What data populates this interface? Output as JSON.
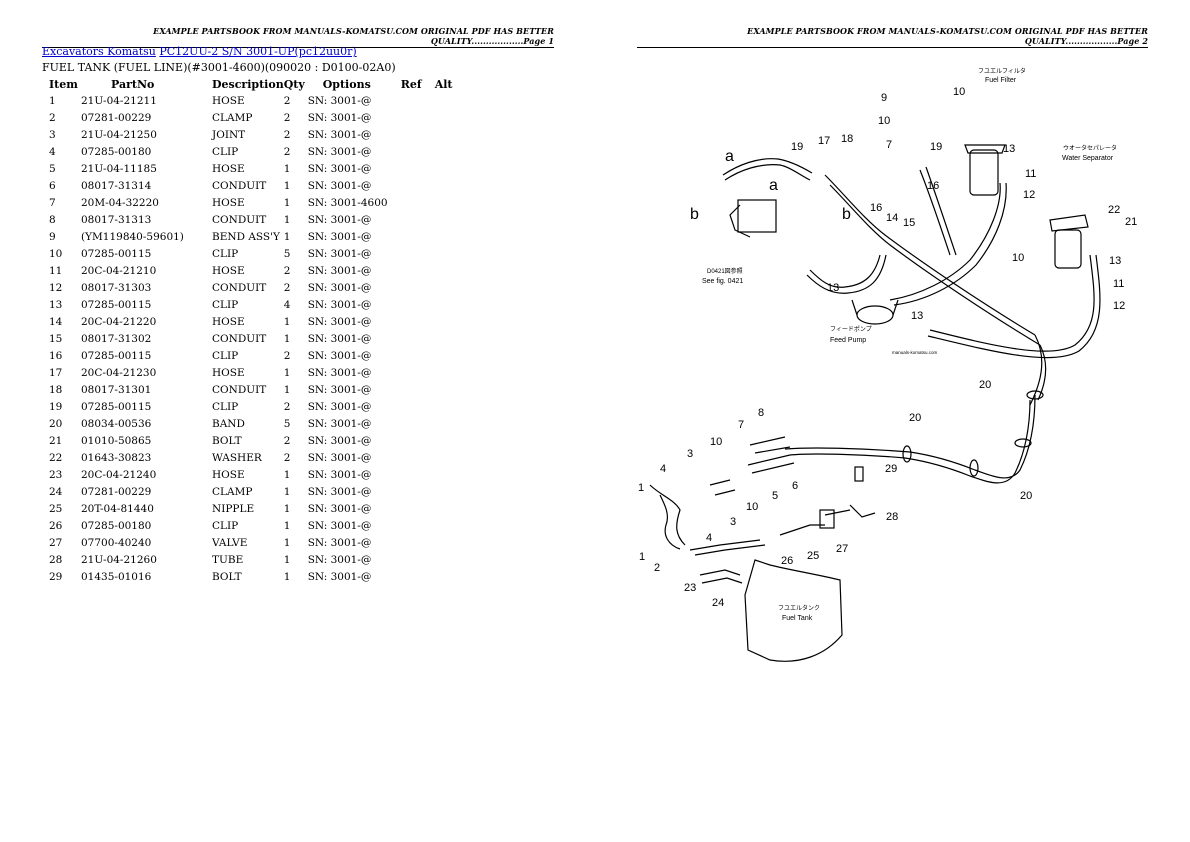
{
  "header": {
    "page1": "EXAMPLE PARTSBOOK FROM MANUALS-KOMATSU.COM ORIGINAL PDF HAS BETTER QUALITY..................Page 1",
    "page2": "EXAMPLE PARTSBOOK FROM MANUALS-KOMATSU.COM ORIGINAL PDF HAS BETTER QUALITY..................Page 2"
  },
  "breadcrumb": {
    "link1": "Excavators Komatsu",
    "link2": "PC12UU-2 S/N 3001-UP(pc12uu0r)"
  },
  "subtitle": "FUEL TANK (FUEL LINE)(#3001-4600)(090020 : D0100-02A0)",
  "table": {
    "headers": [
      "Item",
      "PartNo",
      "Description",
      "Qty",
      "Options",
      "Ref",
      "Alt"
    ],
    "rows": [
      [
        "1",
        "21U-04-21211",
        "HOSE",
        "2",
        "SN: 3001-@"
      ],
      [
        "2",
        "07281-00229",
        "CLAMP",
        "2",
        "SN: 3001-@"
      ],
      [
        "3",
        "21U-04-21250",
        "JOINT",
        "2",
        "SN: 3001-@"
      ],
      [
        "4",
        "07285-00180",
        "CLIP",
        "2",
        "SN: 3001-@"
      ],
      [
        "5",
        "21U-04-11185",
        "HOSE",
        "1",
        "SN: 3001-@"
      ],
      [
        "6",
        "08017-31314",
        "CONDUIT",
        "1",
        "SN: 3001-@"
      ],
      [
        "7",
        "20M-04-32220",
        "HOSE",
        "1",
        "SN: 3001-4600"
      ],
      [
        "8",
        "08017-31313",
        "CONDUIT",
        "1",
        "SN: 3001-@"
      ],
      [
        "9",
        "(YM119840-59601)",
        "BEND ASS'Y",
        "1",
        "SN: 3001-@"
      ],
      [
        "10",
        "07285-00115",
        "CLIP",
        "5",
        "SN: 3001-@"
      ],
      [
        "11",
        "20C-04-21210",
        "HOSE",
        "2",
        "SN: 3001-@"
      ],
      [
        "12",
        "08017-31303",
        "CONDUIT",
        "2",
        "SN: 3001-@"
      ],
      [
        "13",
        "07285-00115",
        "CLIP",
        "4",
        "SN: 3001-@"
      ],
      [
        "14",
        "20C-04-21220",
        "HOSE",
        "1",
        "SN: 3001-@"
      ],
      [
        "15",
        "08017-31302",
        "CONDUIT",
        "1",
        "SN: 3001-@"
      ],
      [
        "16",
        "07285-00115",
        "CLIP",
        "2",
        "SN: 3001-@"
      ],
      [
        "17",
        "20C-04-21230",
        "HOSE",
        "1",
        "SN: 3001-@"
      ],
      [
        "18",
        "08017-31301",
        "CONDUIT",
        "1",
        "SN: 3001-@"
      ],
      [
        "19",
        "07285-00115",
        "CLIP",
        "2",
        "SN: 3001-@"
      ],
      [
        "20",
        "08034-00536",
        "BAND",
        "5",
        "SN: 3001-@"
      ],
      [
        "21",
        "01010-50865",
        "BOLT",
        "2",
        "SN: 3001-@"
      ],
      [
        "22",
        "01643-30823",
        "WASHER",
        "2",
        "SN: 3001-@"
      ],
      [
        "23",
        "20C-04-21240",
        "HOSE",
        "1",
        "SN: 3001-@"
      ],
      [
        "24",
        "07281-00229",
        "CLAMP",
        "1",
        "SN: 3001-@"
      ],
      [
        "25",
        "20T-04-81440",
        "NIPPLE",
        "1",
        "SN: 3001-@"
      ],
      [
        "26",
        "07285-00180",
        "CLIP",
        "1",
        "SN: 3001-@"
      ],
      [
        "27",
        "07700-40240",
        "VALVE",
        "1",
        "SN: 3001-@"
      ],
      [
        "28",
        "21U-04-21260",
        "TUBE",
        "1",
        "SN: 3001-@"
      ],
      [
        "29",
        "01435-01016",
        "BOLT",
        "1",
        "SN: 3001-@"
      ]
    ]
  },
  "diagram": {
    "fuel_filter_jp": "フユエルフィルタ",
    "fuel_filter": "Fuel Filter",
    "water_sep_jp": "ウオータセパレータ",
    "water_sep": "Water Separator",
    "feed_pump_jp": "フィードポンプ",
    "feed_pump": "Feed Pump",
    "fuel_tank_jp": "フユエルタンク",
    "fuel_tank": "Fuel Tank",
    "see_fig_jp": "D0421図参照",
    "see_fig": "See fig. 0421",
    "watermark": "manuals-komatsu.com"
  }
}
